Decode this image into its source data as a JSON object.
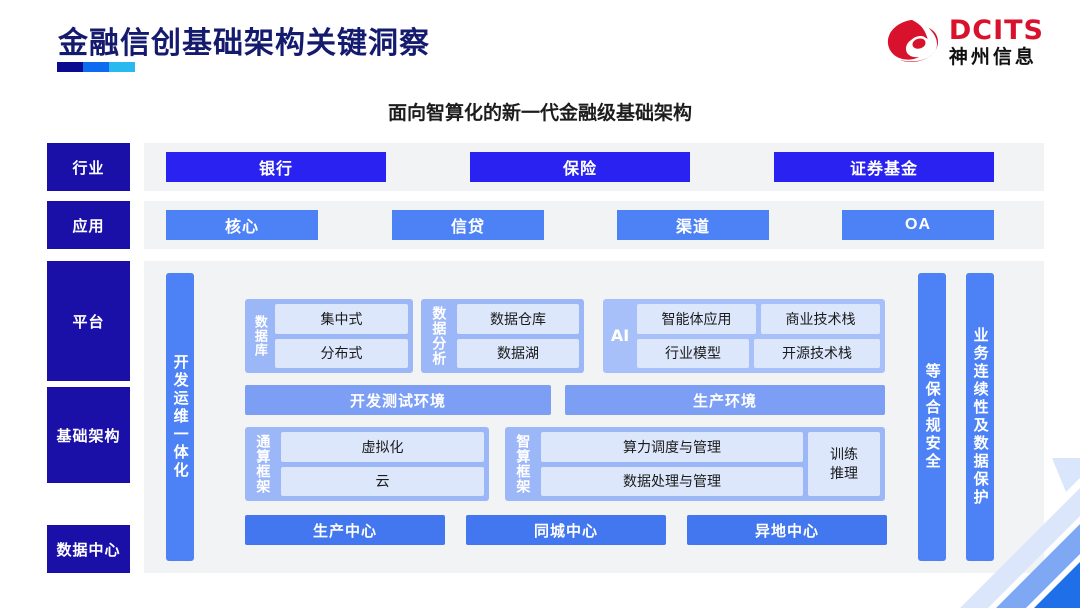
{
  "header": {
    "title": "金融信创基础架构关键洞察",
    "logo": {
      "mark": "dcits-swirl-icon",
      "en": "DCITS",
      "cn": "神州信息"
    }
  },
  "subtitle": "面向智算化的新一代金融级基础架构",
  "colors": {
    "brand_navy": "#1a10a8",
    "industry_blue": "#2a22f0",
    "app_blue": "#4d82f7",
    "group_blue": "#9cb7f8",
    "cell_blue": "#dce7fb",
    "panel_grey": "#f2f3f5",
    "logo_red": "#d8122c",
    "rule": [
      "#0b0b8f",
      "#0d6bf0",
      "#2ab9ef"
    ]
  },
  "layers": [
    {
      "key": "industry",
      "label": "行业"
    },
    {
      "key": "application",
      "label": "应用"
    },
    {
      "key": "platform",
      "label": "平台"
    },
    {
      "key": "infrastructure",
      "label": "基础架构"
    },
    {
      "key": "datacenter",
      "label": "数据中心"
    }
  ],
  "industry": {
    "items": [
      "银行",
      "保险",
      "证券基金"
    ]
  },
  "application": {
    "items": [
      "核心",
      "信贷",
      "渠道",
      "OA"
    ]
  },
  "platform": {
    "devops_bar": "开发运维一体化",
    "groups": [
      {
        "tag": "数据库",
        "rows": [
          [
            "集中式"
          ],
          [
            "分布式"
          ]
        ]
      },
      {
        "tag": "数据分析",
        "rows": [
          [
            "数据仓库"
          ],
          [
            "数据湖"
          ]
        ]
      },
      {
        "tag": "AI",
        "rows": [
          [
            "智能体应用",
            "商业技术栈"
          ],
          [
            "行业模型",
            "开源技术栈"
          ]
        ]
      }
    ],
    "environments": [
      "开发测试环境",
      "生产环境"
    ]
  },
  "infrastructure": {
    "groups": [
      {
        "tag": "通算框架",
        "rows": [
          [
            "虚拟化"
          ],
          [
            "云"
          ]
        ],
        "side": ""
      },
      {
        "tag": "智算框架",
        "rows": [
          [
            "算力调度与管理"
          ],
          [
            "数据处理与管理"
          ]
        ],
        "side": "训练\n推理"
      }
    ]
  },
  "datacenter": {
    "items": [
      "生产中心",
      "同城中心",
      "异地中心"
    ]
  },
  "right_bars": [
    "等保合规安全",
    "业务连续性及数据保护"
  ]
}
